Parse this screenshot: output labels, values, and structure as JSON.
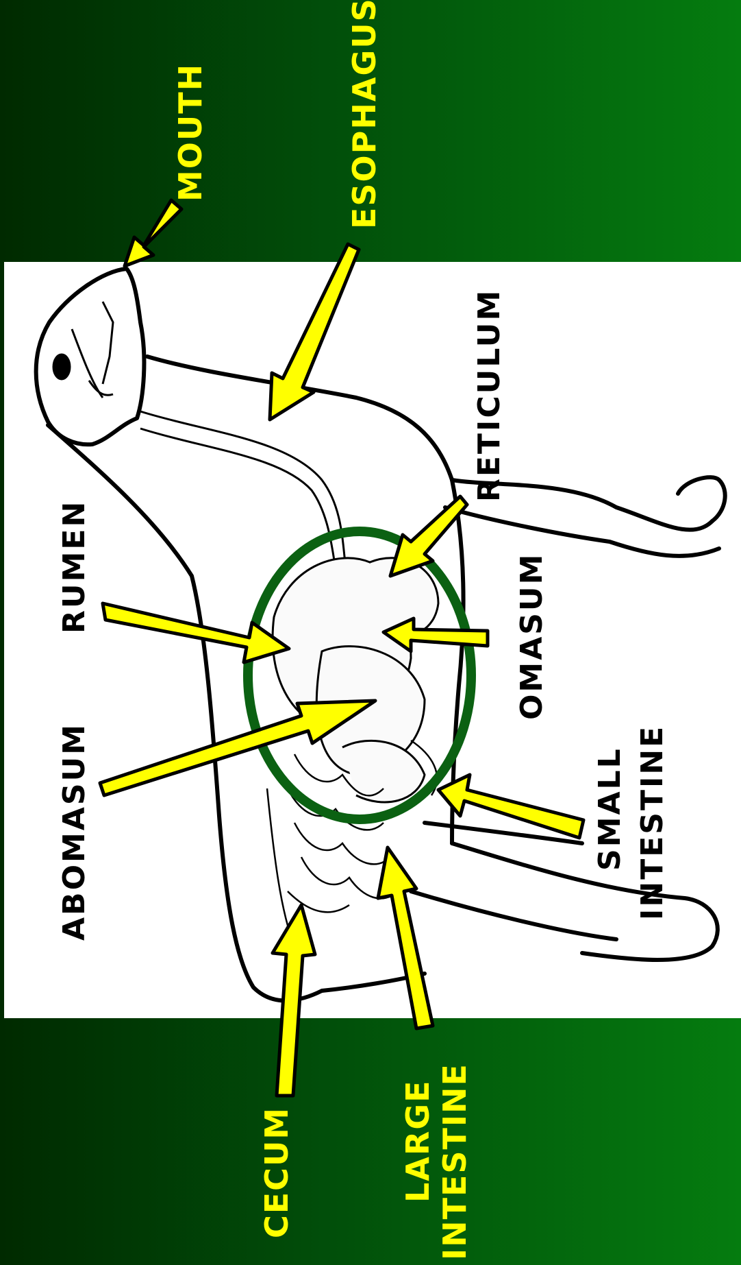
{
  "labels": {
    "mouth": "MOUTH",
    "esophagus": "ESOPHAGUS",
    "reticulum": "RETICULUM",
    "rumen": "RUMEN",
    "omasum": "OMASUM",
    "abomasum": "ABOMASUM",
    "small_intestine_1": "SMALL",
    "small_intestine_2": "INTESTINE",
    "large_intestine_1": "LARGE",
    "large_intestine_2": "INTESTINE",
    "cecum": "CECUM"
  },
  "colors": {
    "label_on_green": "#ffff00",
    "label_on_white": "#000000",
    "arrow_fill": "#ffff00",
    "stomach_ring": "#0b6112"
  }
}
